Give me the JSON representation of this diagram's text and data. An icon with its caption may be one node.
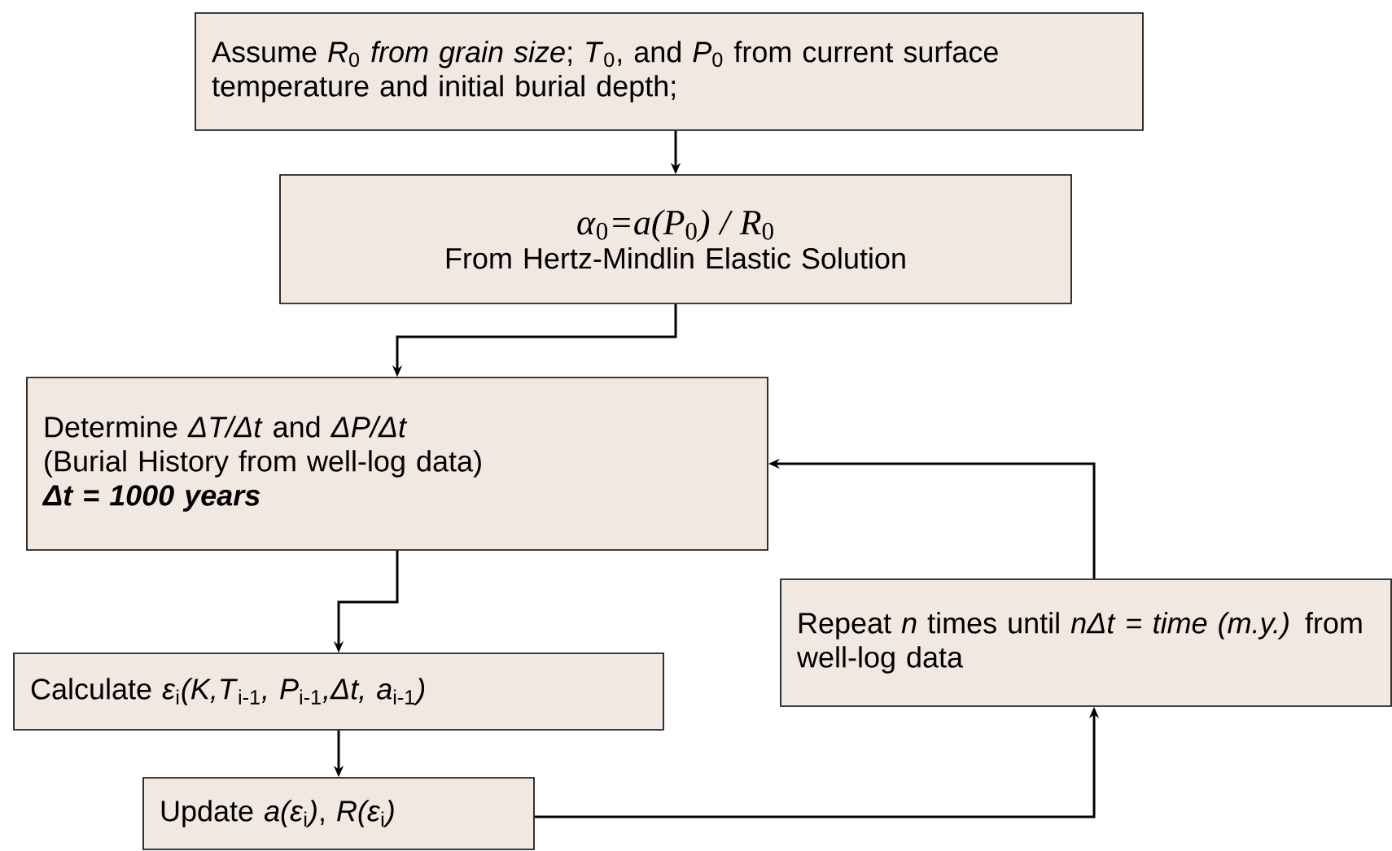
{
  "diagram": {
    "nodes": [
      {
        "text": [
          "Assume *R*$_{0}$ *from grain size*; *T*$_{0}$, and *P*$_{0}$ from current surface temperature and initial burial depth;"
        ]
      },
      {
        "text": [
          "*α*$_{0}$*=a(P*$_{0}$*) / R*$_{0}$",
          "From Hertz-Mindlin Elastic Solution"
        ]
      },
      {
        "text": [
          "Determine *ΔT/Δt* and *ΔP/Δt*",
          "(Burial History from well-log data)",
          "Δt = 1000 years"
        ]
      },
      {
        "text": [
          "Calculate *ε*$_{i}$*(K,T*$_{i-1}$*, P*$_{i-1}$*,Δt, a*$_{i-1}$*)*"
        ]
      },
      {
        "text": [
          "Update *a(ε*$_{i}$*)*, *R(ε*$_{i}$*)*"
        ]
      },
      {
        "text": [
          "Repeat *n* times until *nΔt* = *time (m.y.)* from well-log data"
        ]
      }
    ],
    "edges": [
      {
        "from": 0,
        "to": 1,
        "arrow": "to"
      },
      {
        "from": 1,
        "to": 2,
        "arrow": "to"
      },
      {
        "from": 2,
        "to": 3,
        "arrow": "to"
      },
      {
        "from": 3,
        "to": 4,
        "arrow": "to"
      },
      {
        "from": 4,
        "to": 5,
        "arrow": "to"
      },
      {
        "from": 5,
        "to": 2,
        "arrow": "to"
      }
    ]
  }
}
